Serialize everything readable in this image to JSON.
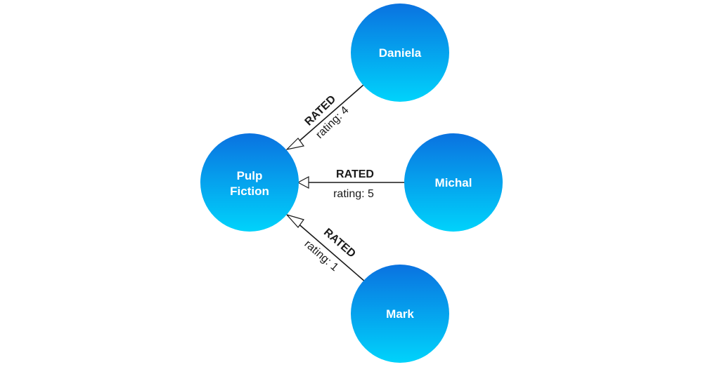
{
  "colors": {
    "node_top": "#0a72e0",
    "node_bottom": "#00d3fb",
    "edge": "#1a1a1a",
    "node_text": "#ffffff"
  },
  "nodes": {
    "pulp_fiction": {
      "line1": "Pulp",
      "line2": "Fiction"
    },
    "daniela": {
      "label": "Daniela"
    },
    "michal": {
      "label": "Michal"
    },
    "mark": {
      "label": "Mark"
    }
  },
  "relationships": {
    "daniela": {
      "type": "RATED",
      "property": "rating: 4"
    },
    "michal": {
      "type": "RATED",
      "property": "rating: 5"
    },
    "mark": {
      "type": "RATED",
      "property": "rating: 1"
    }
  }
}
